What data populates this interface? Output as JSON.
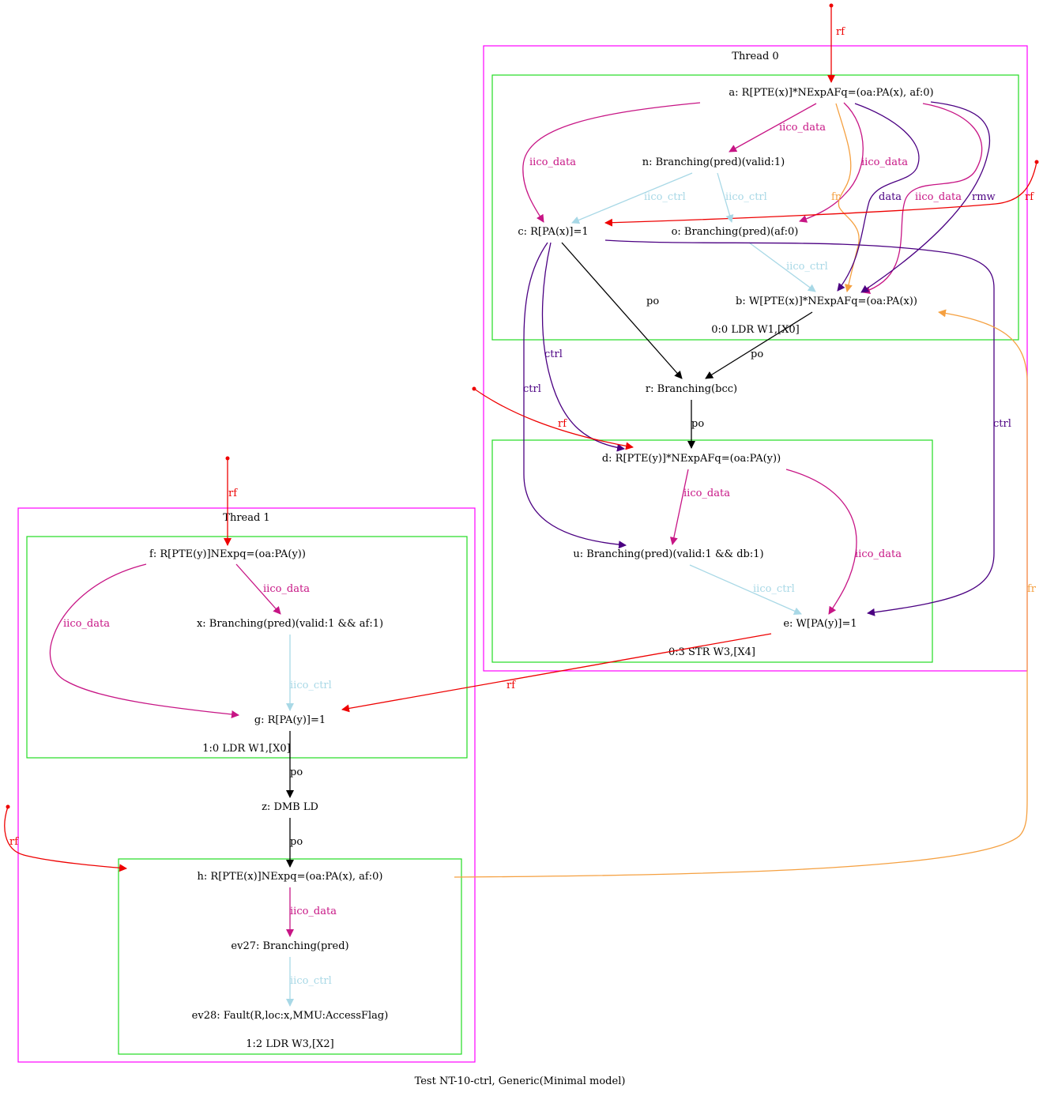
{
  "title": "Test NT-10-ctrl, Generic(Minimal model)",
  "colors": {
    "thread_border": "#ff00ff",
    "instr_border": "#22dd22",
    "po": "#000000",
    "rf": "#ee0000",
    "fr": "#f5a040",
    "iico_data": "#c71585",
    "iico_ctrl": "#a8d8e6",
    "ctrl": "#4b0082",
    "data": "#4b0082",
    "rmw": "#4b0082"
  },
  "threads": [
    {
      "id": "thread0",
      "label": "Thread 0"
    },
    {
      "id": "thread1",
      "label": "Thread 1"
    }
  ],
  "instructions": [
    {
      "id": "i00",
      "label": "0:0 LDR W1,[X0]"
    },
    {
      "id": "i03",
      "label": "0:3 STR W3,[X4]"
    },
    {
      "id": "i10",
      "label": "1:0 LDR W1,[X0]"
    },
    {
      "id": "i12",
      "label": "1:2 LDR W3,[X2]"
    }
  ],
  "nodes": {
    "a": "a: R[PTE(x)]*NExpAFq=(oa:PA(x), af:0)",
    "n": "n: Branching(pred)(valid:1)",
    "c": "c: R[PA(x)]=1",
    "o": "o: Branching(pred)(af:0)",
    "b": "b: W[PTE(x)]*NExpAFq=(oa:PA(x))",
    "r": "r: Branching(bcc)",
    "d": "d: R[PTE(y)]*NExpAFq=(oa:PA(y))",
    "u": "u: Branching(pred)(valid:1 && db:1)",
    "e": "e: W[PA(y)]=1",
    "f": "f: R[PTE(y)]NExpq=(oa:PA(y))",
    "x": "x: Branching(pred)(valid:1 && af:1)",
    "g": "g: R[PA(y)]=1",
    "z": "z: DMB LD",
    "h": "h: R[PTE(x)]NExpq=(oa:PA(x), af:0)",
    "ev27": "ev27: Branching(pred)",
    "ev28": "ev28: Fault(R,loc:x,MMU:AccessFlag)"
  },
  "edges": [
    {
      "id": "e-init-a",
      "kind": "rf",
      "label": "rf"
    },
    {
      "id": "e-a-n",
      "kind": "iico_data",
      "label": "iico_data"
    },
    {
      "id": "e-a-c",
      "kind": "iico_data",
      "label": "iico_data"
    },
    {
      "id": "e-a-o",
      "kind": "iico_data",
      "label": "iico_data"
    },
    {
      "id": "e-a-b-fr",
      "kind": "fr",
      "label": "fr"
    },
    {
      "id": "e-a-b-data",
      "kind": "data",
      "label": "data"
    },
    {
      "id": "e-a-b-iico",
      "kind": "iico_data",
      "label": "iico_data"
    },
    {
      "id": "e-a-b-rmw",
      "kind": "rmw",
      "label": "rmw"
    },
    {
      "id": "e-init-c",
      "kind": "rf",
      "label": "rf"
    },
    {
      "id": "e-n-c",
      "kind": "iico_ctrl",
      "label": "iico_ctrl"
    },
    {
      "id": "e-n-o",
      "kind": "iico_ctrl",
      "label": "iico_ctrl"
    },
    {
      "id": "e-o-b",
      "kind": "iico_ctrl",
      "label": "iico_ctrl"
    },
    {
      "id": "e-c-r",
      "kind": "po",
      "label": "po"
    },
    {
      "id": "e-b-r",
      "kind": "po",
      "label": "po"
    },
    {
      "id": "e-c-d",
      "kind": "ctrl",
      "label": "ctrl"
    },
    {
      "id": "e-c-u",
      "kind": "ctrl",
      "label": "ctrl"
    },
    {
      "id": "e-c-e",
      "kind": "ctrl",
      "label": "ctrl"
    },
    {
      "id": "e-init-d",
      "kind": "rf",
      "label": "rf"
    },
    {
      "id": "e-r-d",
      "kind": "po",
      "label": "po"
    },
    {
      "id": "e-d-u",
      "kind": "iico_data",
      "label": "iico_data"
    },
    {
      "id": "e-d-e",
      "kind": "iico_data",
      "label": "iico_data"
    },
    {
      "id": "e-u-e",
      "kind": "iico_ctrl",
      "label": "iico_ctrl"
    },
    {
      "id": "e-e-g",
      "kind": "rf",
      "label": "rf"
    },
    {
      "id": "e-init-f",
      "kind": "rf",
      "label": "rf"
    },
    {
      "id": "e-f-x",
      "kind": "iico_data",
      "label": "iico_data"
    },
    {
      "id": "e-f-g",
      "kind": "iico_data",
      "label": "iico_data"
    },
    {
      "id": "e-x-g",
      "kind": "iico_ctrl",
      "label": "iico_ctrl"
    },
    {
      "id": "e-g-z",
      "kind": "po",
      "label": "po"
    },
    {
      "id": "e-z-h",
      "kind": "po",
      "label": "po"
    },
    {
      "id": "e-init-h",
      "kind": "rf",
      "label": "rf"
    },
    {
      "id": "e-h-ev27",
      "kind": "iico_data",
      "label": "iico_data"
    },
    {
      "id": "e-ev27-ev28",
      "kind": "iico_ctrl",
      "label": "iico_ctrl"
    },
    {
      "id": "e-h-b-fr",
      "kind": "fr",
      "label": "fr"
    }
  ]
}
